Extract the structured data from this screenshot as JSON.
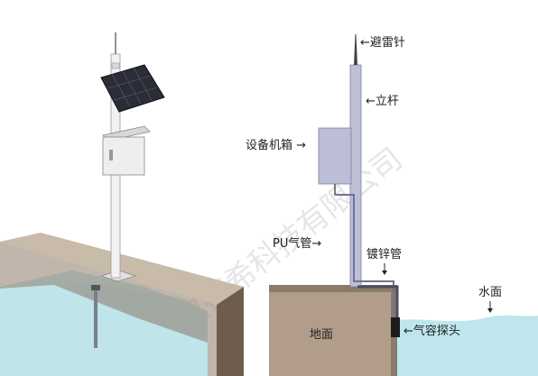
{
  "watermark": "安双德希科技有限公司",
  "labels": {
    "lightning_rod": "←避雷针",
    "pole": "←立杆",
    "equipment_box": "设备机箱 →",
    "pu_pipe": "PU气管→",
    "galvanized_pipe": "镀锌管",
    "water_surface": "水面",
    "ground": "地面",
    "probe": "←气容探头"
  },
  "colors": {
    "water": "#bfe6ec",
    "pole": "#bfc0d8",
    "box": "#bcbdd6",
    "ground_top": "#8a7b6a",
    "ground_front": "#b19d89",
    "pipe": "#6f7290"
  }
}
